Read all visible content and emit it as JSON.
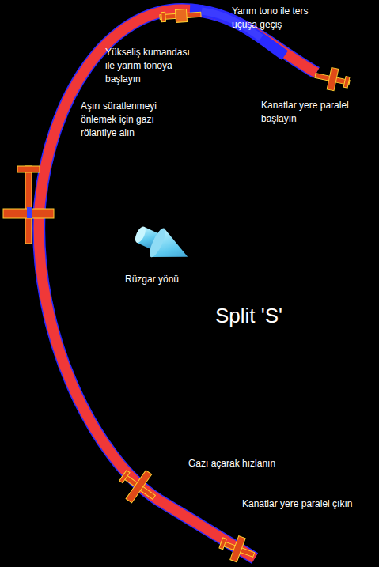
{
  "diagram": {
    "title": "Split 'S'",
    "labels": [
      "Yarım tono ile ters uçuşa geçiş",
      "Yükseliş kumandası ile yarım tonoya başlayın",
      "Kanatlar yere paralel başlayın",
      "Aşırı süratlenmeyi önlemek için gazı rölantiye alın",
      "Rüzgar yönü",
      "Gazı açarak hızlanın",
      "Kanatlar yere paralel çıkın"
    ]
  }
}
